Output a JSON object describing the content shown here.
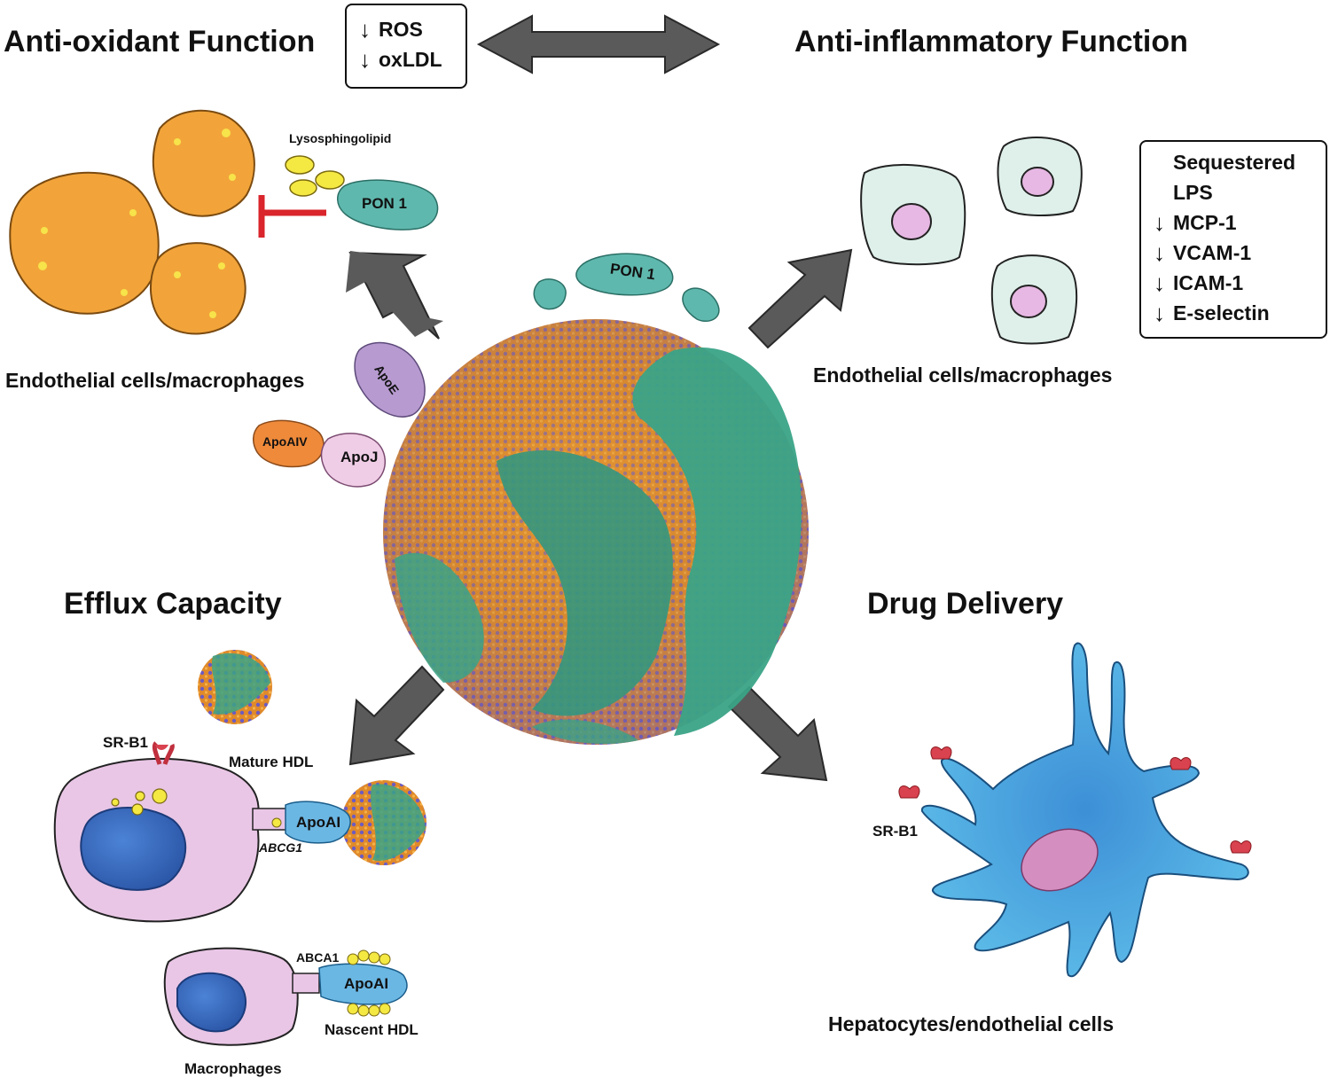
{
  "headings": {
    "antioxidant": "Anti-oxidant Function",
    "antiinflammatory": "Anti-inflammatory Function",
    "efflux": "Efflux Capacity",
    "drug": "Drug Delivery"
  },
  "center_box": {
    "items": [
      {
        "arrow": "↓",
        "label": "ROS"
      },
      {
        "arrow": "↓",
        "label": "oxLDL"
      }
    ]
  },
  "right_box": {
    "items": [
      {
        "arrow": "",
        "label": "Sequestered"
      },
      {
        "arrow": "",
        "label": "LPS"
      },
      {
        "arrow": "↓",
        "label": "MCP-1"
      },
      {
        "arrow": "↓",
        "label": "VCAM-1"
      },
      {
        "arrow": "↓",
        "label": "ICAM-1"
      },
      {
        "arrow": "↓",
        "label": "E-selectin"
      }
    ]
  },
  "captions": {
    "left_cells": "Endothelial cells/macrophages",
    "right_cells": "Endothelial cells/macrophages",
    "hepatocytes": "Hepatocytes/endothelial cells",
    "macrophages": "Macrophages"
  },
  "labels": {
    "lysosphingolipid": "Lysosphingolipid",
    "pon1_left": "PON 1",
    "pon1_top": "PON 1",
    "apoe": "ApoE",
    "apoaiv": "ApoAIV",
    "apoj": "ApoJ",
    "mature_hdl": "Mature HDL",
    "sr_b1_efflux": "SR-B1",
    "apoai_1": "ApoAI",
    "abcg1": "ABCG1",
    "abca1": "ABCA1",
    "apoai_2": "ApoAI",
    "nascent_hdl": "Nascent HDL",
    "sr_b1_drug": "SR-B1"
  },
  "colors": {
    "arrow_gray": "#5a5a5a",
    "orange_cell": "#f2a43a",
    "teal_protein": "#5fb8ad",
    "purple_protein": "#b79ad0",
    "pink_cell": "#e9c6e6",
    "blue_nucleus": "#3d6fc1",
    "light_teal_cell": "#dff0ea",
    "drug_cell_blue": "#54b2e3",
    "inhibitor_red": "#d9252b",
    "hdl_orange": "#e58a24",
    "hdl_purple": "#6d5bb8",
    "hdl_green": "#3aa387"
  }
}
